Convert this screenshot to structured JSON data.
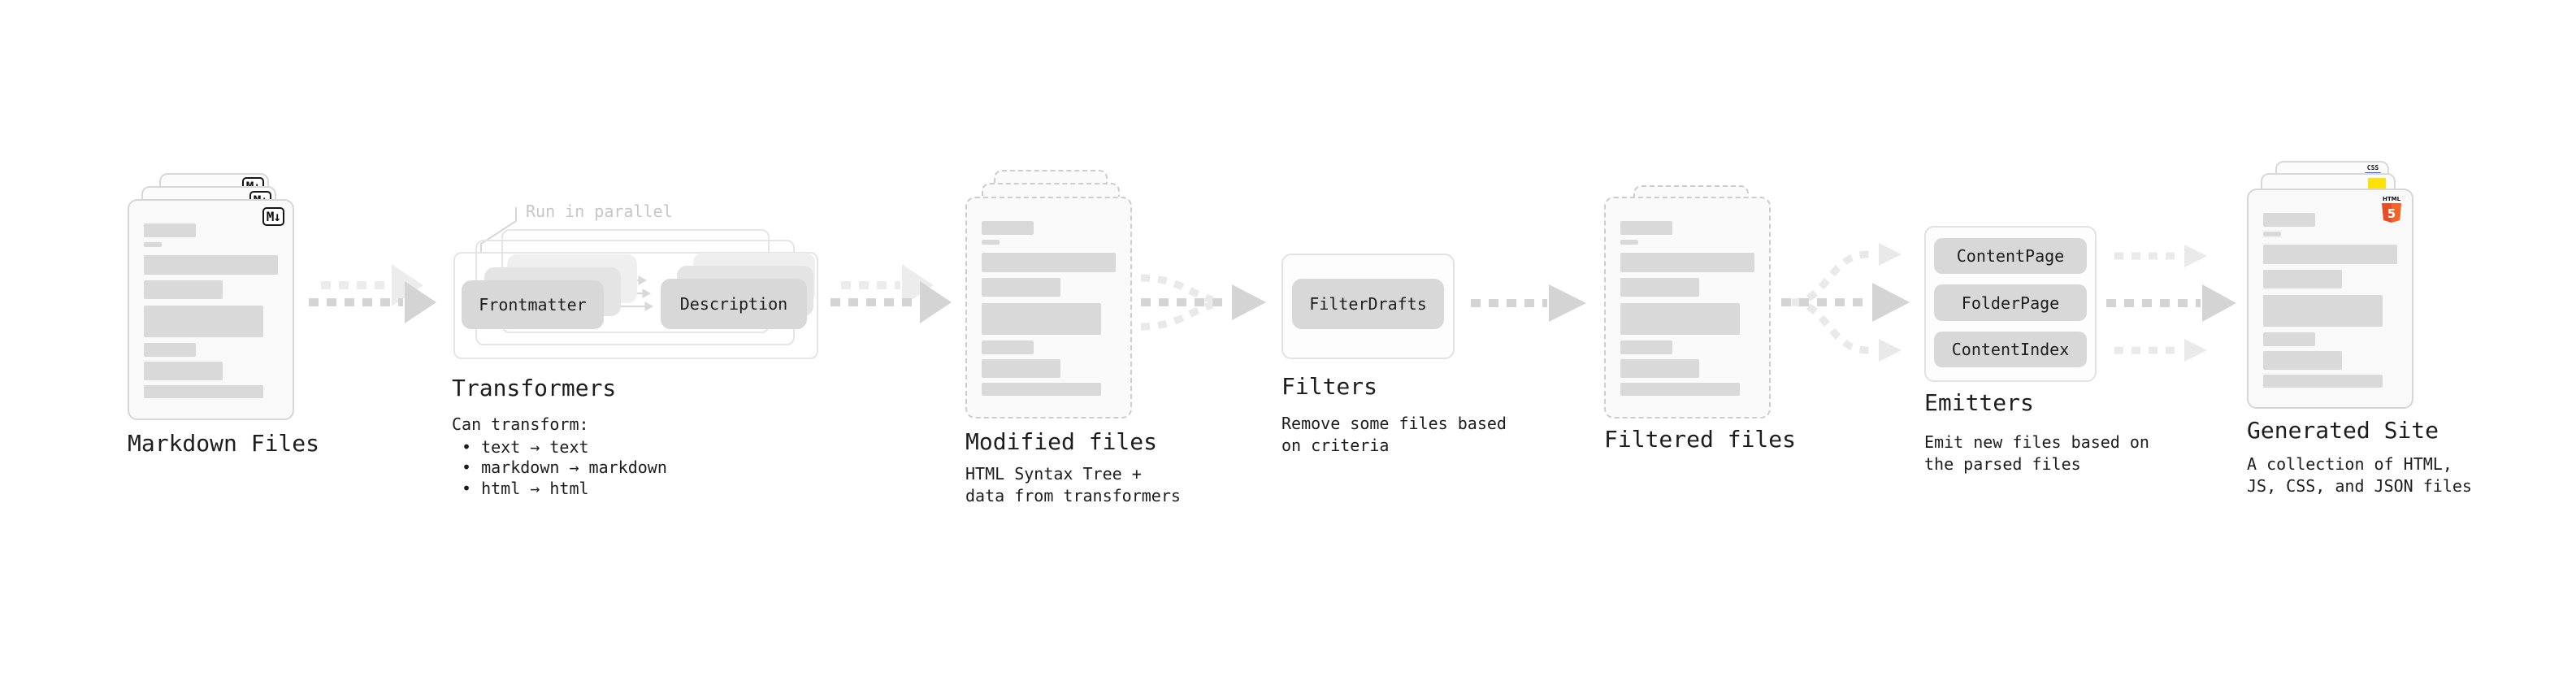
{
  "stages": {
    "markdown": {
      "title": "Markdown Files",
      "badge": "M↓"
    },
    "transformers": {
      "title": "Transformers",
      "callout": "Run in parallel",
      "node_a": "Frontmatter",
      "node_b": "Description",
      "desc_heading": "Can transform:",
      "bullets": [
        "• text → text",
        "• markdown → markdown",
        "• html → html"
      ]
    },
    "modified": {
      "title": "Modified files",
      "subtitle": "HTML Syntax Tree +\ndata from transformers"
    },
    "filters": {
      "title": "Filters",
      "node": "FilterDrafts",
      "subtitle": "Remove some files based\non criteria"
    },
    "filtered": {
      "title": "Filtered files"
    },
    "emitters": {
      "title": "Emitters",
      "nodes": [
        "ContentPage",
        "FolderPage",
        "ContentIndex"
      ],
      "subtitle": "Emit new files based on\nthe parsed files"
    },
    "generated": {
      "title": "Generated Site",
      "subtitle": "A collection of HTML,\nJS, CSS, and JSON files",
      "css_badge": "CSS",
      "html5_label": "HTML",
      "html5_number": "5"
    }
  },
  "colors": {
    "js_yellow": "#ffe10a",
    "css_blue": "#2962ff",
    "html5_orange": "#e44d26",
    "html5_orange_light": "#f16529"
  }
}
